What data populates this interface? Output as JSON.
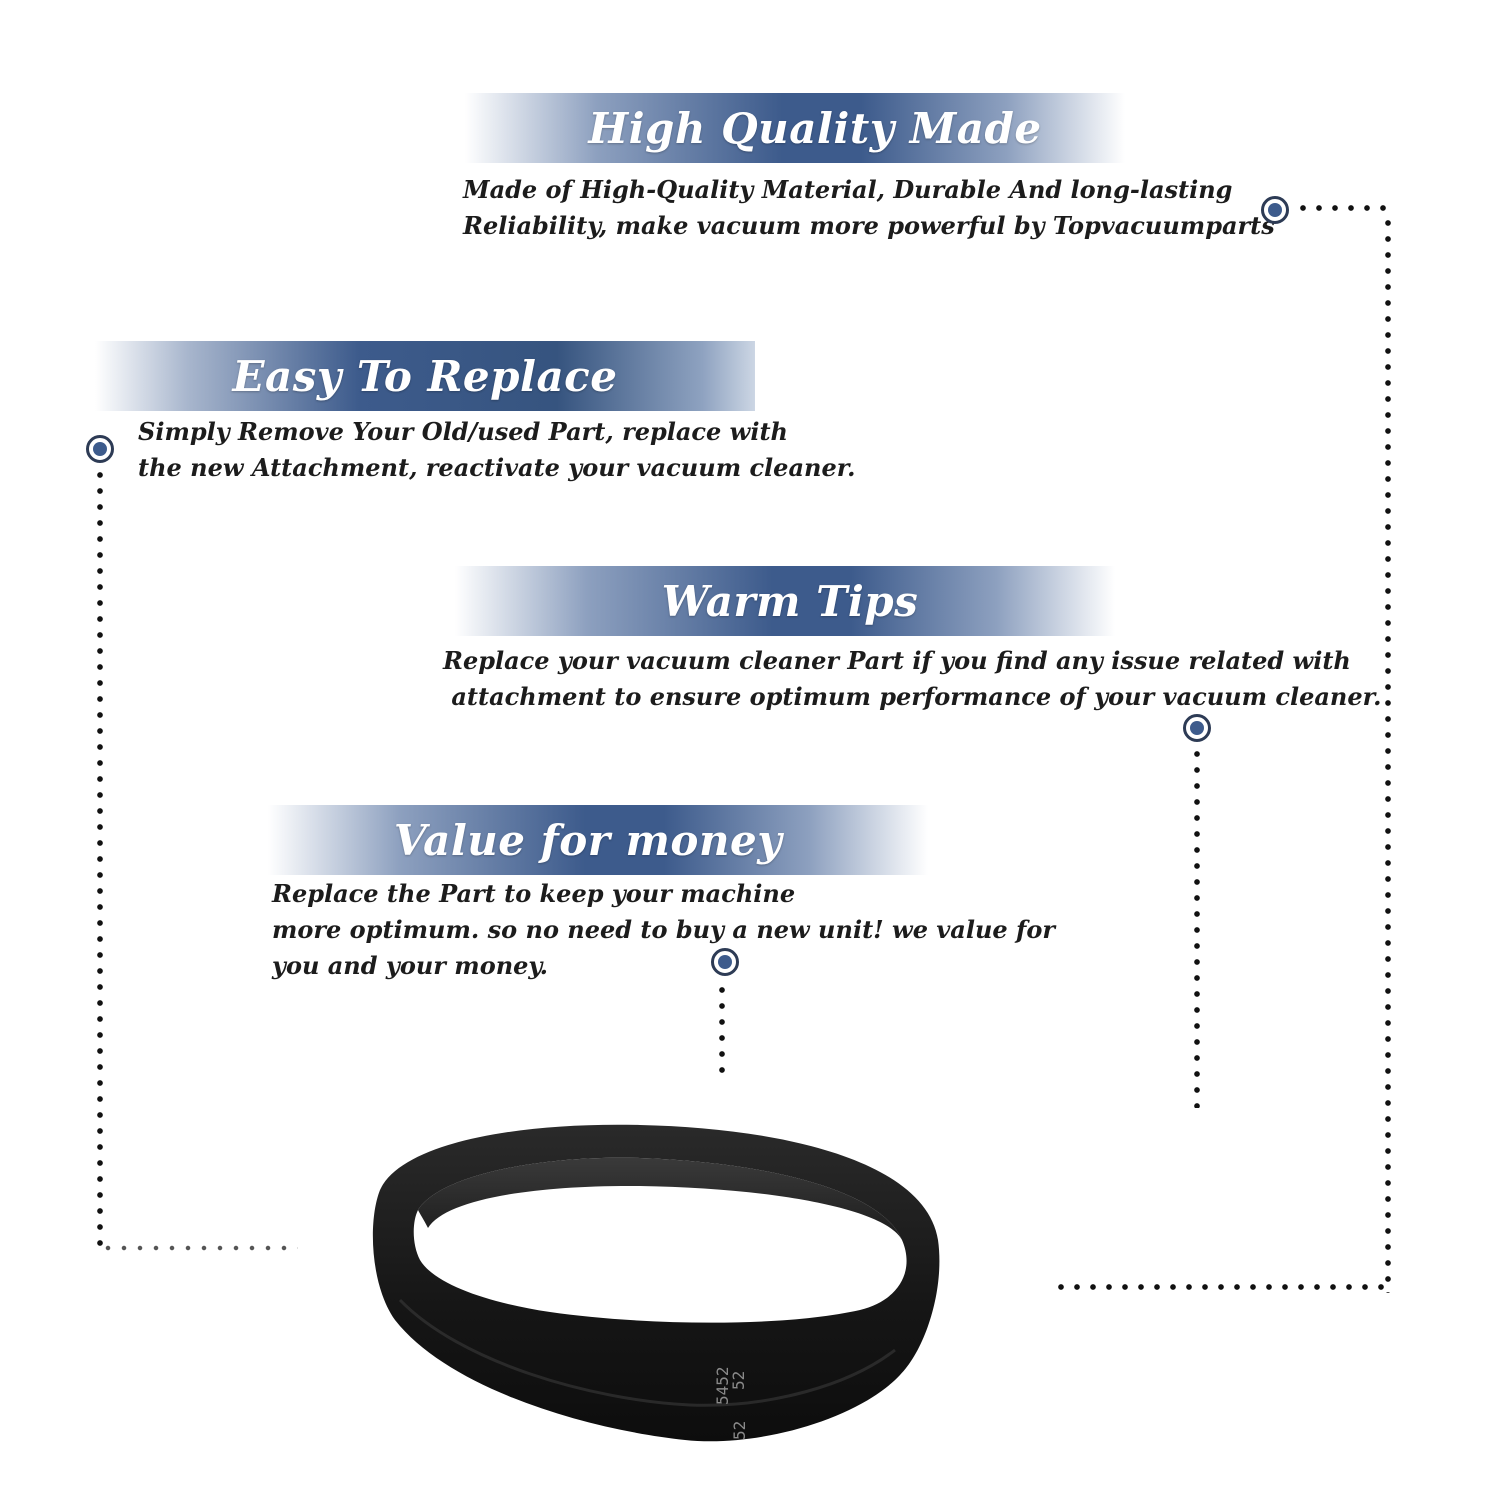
{
  "sections": [
    {
      "title": "High Quality Made",
      "lines": [
        "Made of  High-Quality Material, Durable And long-lasting",
        "Reliability, make vacuum more powerful by Topvacuumparts"
      ]
    },
    {
      "title": "Easy To Replace",
      "lines": [
        "Simply Remove Your Old/used Part, replace with",
        "the new Attachment, reactivate your vacuum cleaner."
      ]
    },
    {
      "title": "Warm Tips",
      "lines": [
        "Replace your vacuum cleaner Part if you find any issue related with",
        " attachment to ensure optimum performance of your vacuum cleaner."
      ]
    },
    {
      "title": "Value for money",
      "lines": [
        "Replace the Part to keep your machine",
        "more optimum. so no need to buy a new unit! we value for",
        "you and your money."
      ]
    }
  ],
  "product": {
    "name": "vacuum-belt",
    "printed_codes": [
      "5452",
      "52",
      "52"
    ]
  },
  "colors": {
    "banner_blue": "#3d5b8c",
    "text": "#1c1c1c",
    "belt": "#1a1a1a",
    "dots": "#111111"
  }
}
